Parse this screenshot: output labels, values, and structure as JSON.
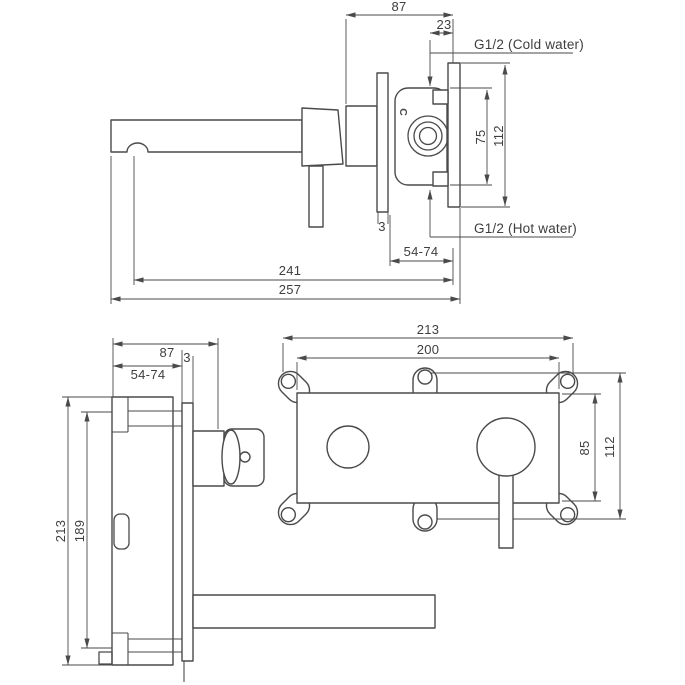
{
  "drawing_title": "wall-mounted-basin-mixer-dimension-drawing",
  "colors": {
    "line": "#4a4a4a",
    "text": "#3e3e3e",
    "background": "#ffffff"
  },
  "top_view": {
    "dim_width": "87",
    "dim_center_offset": "23",
    "cold_water_label": "G1/2 (Cold water)",
    "hot_water_label": "G1/2 (Hot water)",
    "dim_body_height": "75",
    "dim_bracket_height": "112",
    "dim_plate_thickness": "3",
    "dim_install_depth": "54-74",
    "dim_spout_reach": "241",
    "dim_total_reach": "257",
    "cold_marking": "C"
  },
  "side_view": {
    "dim_width": "87",
    "dim_plate_thickness": "3",
    "dim_install_depth": "54-74",
    "dim_outer_height": "213",
    "dim_inner_height": "189"
  },
  "front_view": {
    "dim_outer_width": "213",
    "dim_box_width": "200",
    "dim_box_height": "85",
    "dim_outer_height": "112"
  }
}
